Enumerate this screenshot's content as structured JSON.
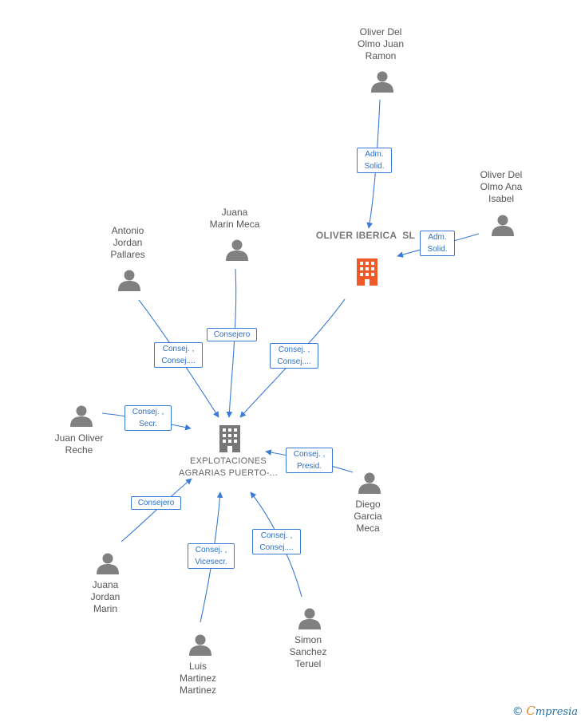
{
  "colors": {
    "edge": "#3a7bd5",
    "person": "#808080",
    "main_company": "#777777",
    "highlight_company": "#f05a28"
  },
  "companies": {
    "main": {
      "lines": [
        "EXPLOTACIONES",
        "AGRARIAS",
        "PUERTO-..."
      ],
      "icon": "building-icon"
    },
    "oliver_iberica": {
      "lines": [
        "OLIVER",
        "IBERICA  SL"
      ],
      "icon": "building-icon"
    }
  },
  "persons": {
    "oliver_del_olmo_juan_ramon": [
      "Oliver Del",
      "Olmo Juan",
      "Ramon"
    ],
    "oliver_del_olmo_ana_isabel": [
      "Oliver Del",
      "Olmo Ana",
      "Isabel"
    ],
    "juana_marin_meca": [
      "Juana",
      "Marin Meca"
    ],
    "antonio_jordan_pallares": [
      "Antonio",
      "Jordan",
      "Pallares"
    ],
    "juan_oliver_reche": [
      "Juan Oliver",
      "Reche"
    ],
    "diego_garcia_meca": [
      "Diego",
      "Garcia",
      "Meca"
    ],
    "juana_jordan_marin": [
      "Juana",
      "Jordan",
      "Marin"
    ],
    "luis_martinez_martinez": [
      "Luis",
      "Martinez",
      "Martinez"
    ],
    "simon_sanchez_teruel": [
      "Simon",
      "Sanchez",
      "Teruel"
    ]
  },
  "roles": {
    "juan_ramon_to_oliver": [
      "Adm.",
      "Solid."
    ],
    "ana_isabel_to_oliver": [
      "Adm.",
      "Solid."
    ],
    "antonio": [
      "Consej. ,",
      "Consej...."
    ],
    "juana_marin": [
      "Consejero"
    ],
    "oliver_to_main": [
      "Consej. ,",
      "Consej...."
    ],
    "juan_oliver": [
      "Consej. ,",
      "Secr."
    ],
    "diego": [
      "Consej. ,",
      "Presid."
    ],
    "juana_jordan": [
      "Consejero"
    ],
    "luis": [
      "Consej. ,",
      "Vicesecr."
    ],
    "simon": [
      "Consej. ,",
      "Consej...."
    ]
  },
  "footer": {
    "copyright": "©",
    "brand_initial": "C",
    "brand_rest": "mpresia"
  }
}
